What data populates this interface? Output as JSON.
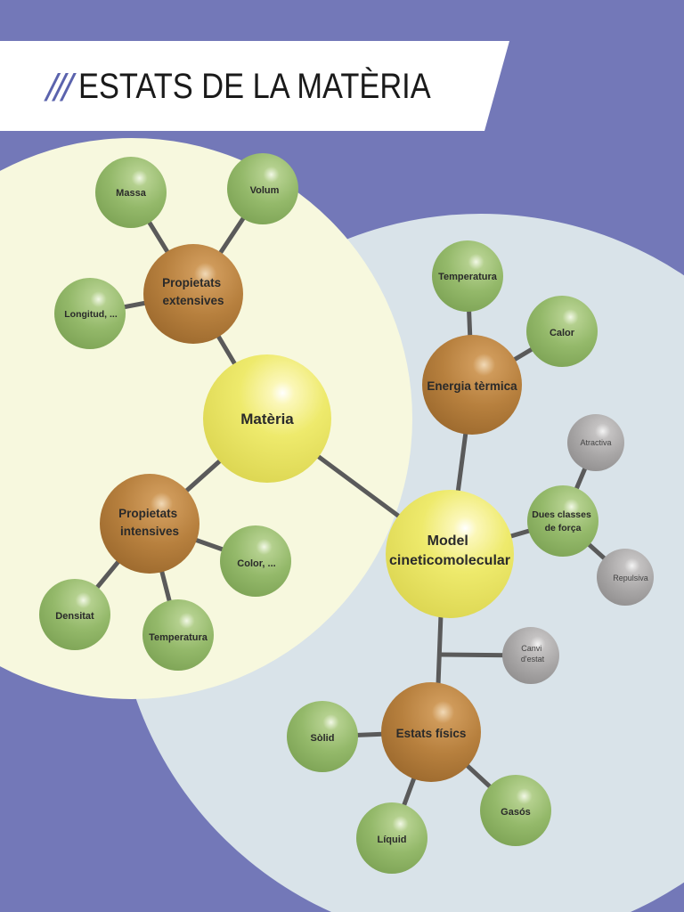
{
  "title": {
    "slashes": "///",
    "text": "ESTATS DE LA MATÈRIA"
  },
  "colors": {
    "background": "#7378b8",
    "left_region": "#f7f8de",
    "right_region": "#d9e3e9",
    "main_node": "#ece864",
    "secondary_node": "#b7803e",
    "leaf_node": "#94b96a",
    "gray_node": "#a8a6a6",
    "connector": "#5a5a5a"
  },
  "nodes": {
    "materia": "Matèria",
    "model": [
      "Model",
      "cineticomolecular"
    ],
    "prop_ext": [
      "Propietats",
      "extensives"
    ],
    "prop_int": [
      "Propietats",
      "intensives"
    ],
    "energia": "Energia tèrmica",
    "estats": "Estats físics",
    "massa": "Massa",
    "volum": "Volum",
    "longitud": "Longitud, ...",
    "densitat": "Densitat",
    "temperatura_left": "Temperatura",
    "color": "Color, ...",
    "temperatura_right": "Temperatura",
    "calor": "Calor",
    "dues": [
      "Dues classes",
      "de força"
    ],
    "atractiva": "Atractiva",
    "repulsiva": "Repulsiva",
    "canvi": [
      "Canvi",
      "d'estat"
    ],
    "solid": "Sòlid",
    "liquid": "Líquid",
    "gasos": "Gasós"
  }
}
